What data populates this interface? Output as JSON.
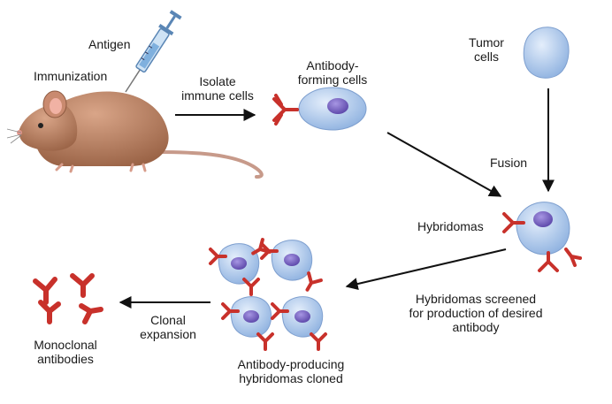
{
  "labels": {
    "antigen": "Antigen",
    "immunization": "Immunization",
    "isolate": "Isolate\nimmune cells",
    "antibody_forming": "Antibody-\nforming cells",
    "tumor": "Tumor\ncells",
    "fusion": "Fusion",
    "hybridomas": "Hybridomas",
    "screened": "Hybridomas screened\nfor production of desired\nantibody",
    "producing": "Antibody-producing\nhybridomas cloned",
    "clonal": "Clonal\nexpansion",
    "monoclonal": "Monoclonal\nantibodies"
  },
  "colors": {
    "antibody": "#c8312b",
    "cell": "#a9c6ea",
    "nucleus": "#7b63c4",
    "mouse": "#b98063",
    "arrow": "#111111"
  }
}
